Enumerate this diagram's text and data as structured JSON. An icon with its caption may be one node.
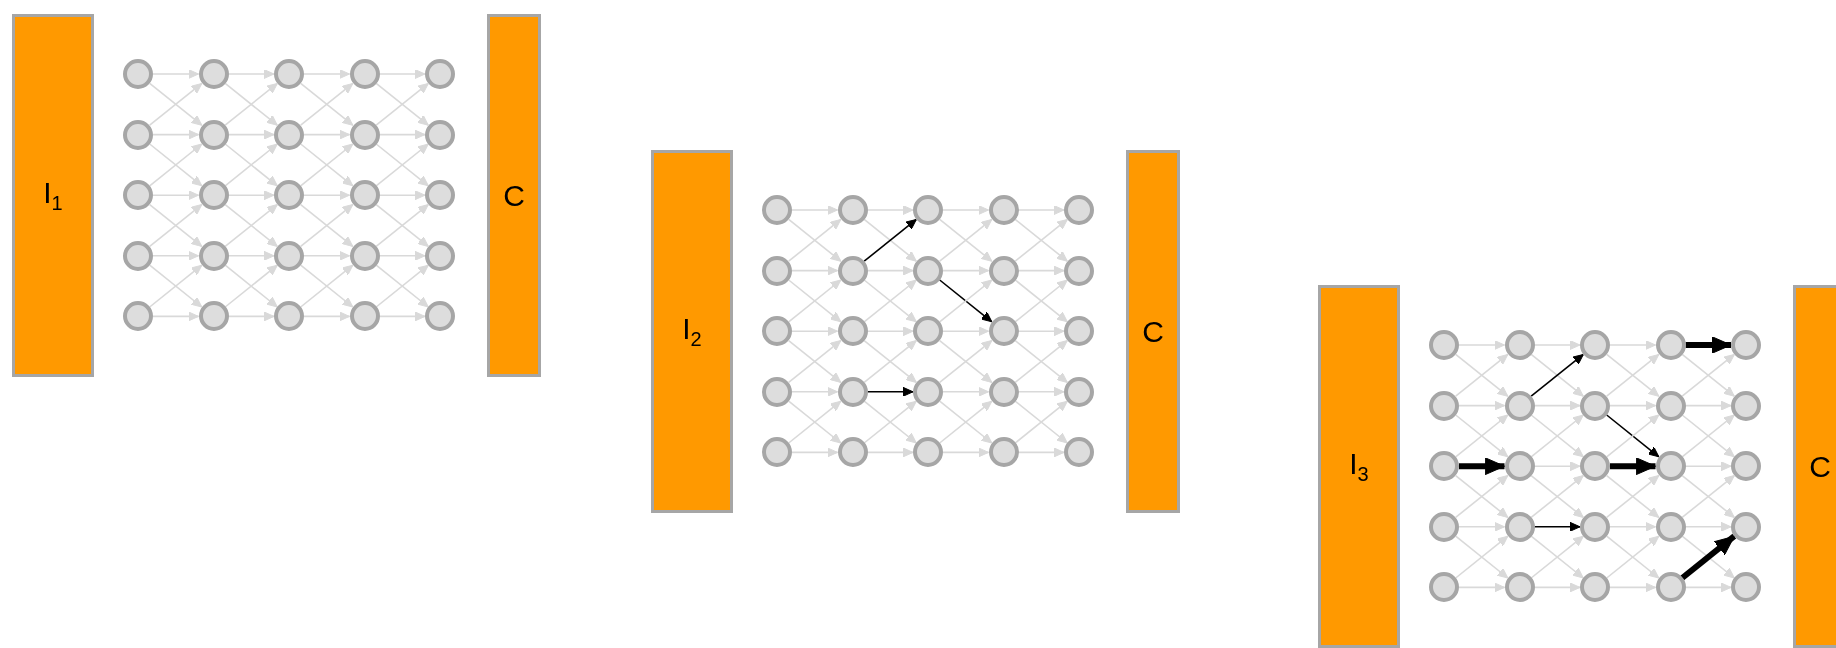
{
  "diagram": {
    "nodes": [
      {
        "text": [
          "I$_{1}$"
        ]
      },
      {
        "text": [],
        "shape": "circle"
      },
      {
        "text": [],
        "shape": "circle"
      },
      {
        "text": [],
        "shape": "circle"
      },
      {
        "text": [],
        "shape": "circle"
      },
      {
        "text": [],
        "shape": "circle"
      },
      {
        "text": [],
        "shape": "circle"
      },
      {
        "text": [],
        "shape": "circle"
      },
      {
        "text": [],
        "shape": "circle"
      },
      {
        "text": [],
        "shape": "circle"
      },
      {
        "text": [],
        "shape": "circle"
      },
      {
        "text": [],
        "shape": "circle"
      },
      {
        "text": [],
        "shape": "circle"
      },
      {
        "text": [],
        "shape": "circle"
      },
      {
        "text": [],
        "shape": "circle"
      },
      {
        "text": [],
        "shape": "circle"
      },
      {
        "text": [],
        "shape": "circle"
      },
      {
        "text": [],
        "shape": "circle"
      },
      {
        "text": [],
        "shape": "circle"
      },
      {
        "text": [],
        "shape": "circle"
      },
      {
        "text": [],
        "shape": "circle"
      },
      {
        "text": [],
        "shape": "circle"
      },
      {
        "text": [],
        "shape": "circle"
      },
      {
        "text": [],
        "shape": "circle"
      },
      {
        "text": [],
        "shape": "circle"
      },
      {
        "text": [],
        "shape": "circle"
      },
      {
        "text": [
          "C"
        ]
      },
      {
        "text": [
          "I$_{2}$"
        ]
      },
      {
        "text": [],
        "shape": "circle"
      },
      {
        "text": [],
        "shape": "circle"
      },
      {
        "text": [],
        "shape": "circle"
      },
      {
        "text": [],
        "shape": "circle"
      },
      {
        "text": [],
        "shape": "circle"
      },
      {
        "text": [],
        "shape": "circle"
      },
      {
        "text": [],
        "shape": "circle"
      },
      {
        "text": [],
        "shape": "circle"
      },
      {
        "text": [],
        "shape": "circle"
      },
      {
        "text": [],
        "shape": "circle"
      },
      {
        "text": [],
        "shape": "circle"
      },
      {
        "text": [],
        "shape": "circle"
      },
      {
        "text": [],
        "shape": "circle"
      },
      {
        "text": [],
        "shape": "circle"
      },
      {
        "text": [],
        "shape": "circle"
      },
      {
        "text": [],
        "shape": "circle"
      },
      {
        "text": [],
        "shape": "circle"
      },
      {
        "text": [],
        "shape": "circle"
      },
      {
        "text": [],
        "shape": "circle"
      },
      {
        "text": [],
        "shape": "circle"
      },
      {
        "text": [],
        "shape": "circle"
      },
      {
        "text": [],
        "shape": "circle"
      },
      {
        "text": [],
        "shape": "circle"
      },
      {
        "text": [],
        "shape": "circle"
      },
      {
        "text": [],
        "shape": "circle"
      },
      {
        "text": [
          "C"
        ]
      },
      {
        "text": [
          "I$_{3}$"
        ]
      },
      {
        "text": [],
        "shape": "circle"
      },
      {
        "text": [],
        "shape": "circle"
      },
      {
        "text": [],
        "shape": "circle"
      },
      {
        "text": [],
        "shape": "circle"
      },
      {
        "text": [],
        "shape": "circle"
      },
      {
        "text": [],
        "shape": "circle"
      },
      {
        "text": [],
        "shape": "circle"
      },
      {
        "text": [],
        "shape": "circle"
      },
      {
        "text": [],
        "shape": "circle"
      },
      {
        "text": [],
        "shape": "circle"
      },
      {
        "text": [],
        "shape": "circle"
      },
      {
        "text": [],
        "shape": "circle"
      },
      {
        "text": [],
        "shape": "circle"
      },
      {
        "text": [],
        "shape": "circle"
      },
      {
        "text": [],
        "shape": "circle"
      },
      {
        "text": [],
        "shape": "circle"
      },
      {
        "text": [],
        "shape": "circle"
      },
      {
        "text": [],
        "shape": "circle"
      },
      {
        "text": [],
        "shape": "circle"
      },
      {
        "text": [],
        "shape": "circle"
      },
      {
        "text": [],
        "shape": "circle"
      },
      {
        "text": [],
        "shape": "circle"
      },
      {
        "text": [],
        "shape": "circle"
      },
      {
        "text": [],
        "shape": "circle"
      },
      {
        "text": [],
        "shape": "circle"
      },
      {
        "text": [
          "C"
        ]
      }
    ],
    "edges": [
      {
        "from": 1,
        "to": 6,
        "arrow": "to"
      },
      {
        "from": 1,
        "to": 7,
        "arrow": "to"
      },
      {
        "from": 2,
        "to": 7,
        "arrow": "to"
      },
      {
        "from": 2,
        "to": 6,
        "arrow": "to"
      },
      {
        "from": 2,
        "to": 8,
        "arrow": "to"
      },
      {
        "from": 3,
        "to": 8,
        "arrow": "to"
      },
      {
        "from": 3,
        "to": 7,
        "arrow": "to"
      },
      {
        "from": 3,
        "to": 9,
        "arrow": "to"
      },
      {
        "from": 4,
        "to": 9,
        "arrow": "to"
      },
      {
        "from": 4,
        "to": 8,
        "arrow": "to"
      },
      {
        "from": 4,
        "to": 10,
        "arrow": "to"
      },
      {
        "from": 5,
        "to": 10,
        "arrow": "to"
      },
      {
        "from": 5,
        "to": 9,
        "arrow": "to"
      },
      {
        "from": 6,
        "to": 11,
        "arrow": "to"
      },
      {
        "from": 6,
        "to": 12,
        "arrow": "to"
      },
      {
        "from": 7,
        "to": 12,
        "arrow": "to"
      },
      {
        "from": 7,
        "to": 11,
        "arrow": "to"
      },
      {
        "from": 7,
        "to": 13,
        "arrow": "to"
      },
      {
        "from": 8,
        "to": 13,
        "arrow": "to"
      },
      {
        "from": 8,
        "to": 12,
        "arrow": "to"
      },
      {
        "from": 8,
        "to": 14,
        "arrow": "to"
      },
      {
        "from": 9,
        "to": 14,
        "arrow": "to"
      },
      {
        "from": 9,
        "to": 13,
        "arrow": "to"
      },
      {
        "from": 9,
        "to": 15,
        "arrow": "to"
      },
      {
        "from": 10,
        "to": 15,
        "arrow": "to"
      },
      {
        "from": 10,
        "to": 14,
        "arrow": "to"
      },
      {
        "from": 11,
        "to": 16,
        "arrow": "to"
      },
      {
        "from": 11,
        "to": 17,
        "arrow": "to"
      },
      {
        "from": 12,
        "to": 17,
        "arrow": "to"
      },
      {
        "from": 12,
        "to": 16,
        "arrow": "to"
      },
      {
        "from": 12,
        "to": 18,
        "arrow": "to"
      },
      {
        "from": 13,
        "to": 18,
        "arrow": "to"
      },
      {
        "from": 13,
        "to": 17,
        "arrow": "to"
      },
      {
        "from": 13,
        "to": 19,
        "arrow": "to"
      },
      {
        "from": 14,
        "to": 19,
        "arrow": "to"
      },
      {
        "from": 14,
        "to": 18,
        "arrow": "to"
      },
      {
        "from": 14,
        "to": 20,
        "arrow": "to"
      },
      {
        "from": 15,
        "to": 20,
        "arrow": "to"
      },
      {
        "from": 15,
        "to": 19,
        "arrow": "to"
      },
      {
        "from": 16,
        "to": 21,
        "arrow": "to"
      },
      {
        "from": 16,
        "to": 22,
        "arrow": "to"
      },
      {
        "from": 17,
        "to": 22,
        "arrow": "to"
      },
      {
        "from": 17,
        "to": 21,
        "arrow": "to"
      },
      {
        "from": 17,
        "to": 23,
        "arrow": "to"
      },
      {
        "from": 18,
        "to": 23,
        "arrow": "to"
      },
      {
        "from": 18,
        "to": 22,
        "arrow": "to"
      },
      {
        "from": 18,
        "to": 24,
        "arrow": "to"
      },
      {
        "from": 19,
        "to": 24,
        "arrow": "to"
      },
      {
        "from": 19,
        "to": 23,
        "arrow": "to"
      },
      {
        "from": 19,
        "to": 25,
        "arrow": "to"
      },
      {
        "from": 20,
        "to": 25,
        "arrow": "to"
      },
      {
        "from": 20,
        "to": 24,
        "arrow": "to"
      },
      {
        "from": 28,
        "to": 33,
        "arrow": "to"
      },
      {
        "from": 28,
        "to": 34,
        "arrow": "to"
      },
      {
        "from": 29,
        "to": 34,
        "arrow": "to"
      },
      {
        "from": 29,
        "to": 33,
        "arrow": "to"
      },
      {
        "from": 29,
        "to": 35,
        "arrow": "to"
      },
      {
        "from": 30,
        "to": 35,
        "arrow": "to"
      },
      {
        "from": 30,
        "to": 34,
        "arrow": "to"
      },
      {
        "from": 30,
        "to": 36,
        "arrow": "to"
      },
      {
        "from": 31,
        "to": 36,
        "arrow": "to"
      },
      {
        "from": 31,
        "to": 35,
        "arrow": "to"
      },
      {
        "from": 31,
        "to": 37,
        "arrow": "to"
      },
      {
        "from": 32,
        "to": 37,
        "arrow": "to"
      },
      {
        "from": 32,
        "to": 36,
        "arrow": "to"
      },
      {
        "from": 33,
        "to": 38,
        "arrow": "to"
      },
      {
        "from": 33,
        "to": 39,
        "arrow": "to"
      },
      {
        "from": 34,
        "to": 39,
        "arrow": "to"
      },
      {
        "from": 34,
        "to": 38,
        "arrow": "to",
        "color": "#000000"
      },
      {
        "from": 34,
        "to": 40,
        "arrow": "to"
      },
      {
        "from": 35,
        "to": 40,
        "arrow": "to"
      },
      {
        "from": 35,
        "to": 39,
        "arrow": "to"
      },
      {
        "from": 35,
        "to": 41,
        "arrow": "to"
      },
      {
        "from": 36,
        "to": 41,
        "arrow": "to",
        "color": "#000000"
      },
      {
        "from": 36,
        "to": 40,
        "arrow": "to"
      },
      {
        "from": 36,
        "to": 42,
        "arrow": "to"
      },
      {
        "from": 37,
        "to": 42,
        "arrow": "to"
      },
      {
        "from": 37,
        "to": 41,
        "arrow": "to"
      },
      {
        "from": 38,
        "to": 43,
        "arrow": "to"
      },
      {
        "from": 38,
        "to": 44,
        "arrow": "to"
      },
      {
        "from": 39,
        "to": 44,
        "arrow": "to"
      },
      {
        "from": 39,
        "to": 43,
        "arrow": "to"
      },
      {
        "from": 39,
        "to": 45,
        "arrow": "to",
        "color": "#000000"
      },
      {
        "from": 40,
        "to": 45,
        "arrow": "to"
      },
      {
        "from": 40,
        "to": 44,
        "arrow": "to"
      },
      {
        "from": 40,
        "to": 46,
        "arrow": "to"
      },
      {
        "from": 41,
        "to": 46,
        "arrow": "to"
      },
      {
        "from": 41,
        "to": 45,
        "arrow": "to"
      },
      {
        "from": 41,
        "to": 47,
        "arrow": "to"
      },
      {
        "from": 42,
        "to": 47,
        "arrow": "to"
      },
      {
        "from": 42,
        "to": 46,
        "arrow": "to"
      },
      {
        "from": 43,
        "to": 48,
        "arrow": "to"
      },
      {
        "from": 43,
        "to": 49,
        "arrow": "to"
      },
      {
        "from": 44,
        "to": 49,
        "arrow": "to"
      },
      {
        "from": 44,
        "to": 48,
        "arrow": "to"
      },
      {
        "from": 44,
        "to": 50,
        "arrow": "to"
      },
      {
        "from": 45,
        "to": 50,
        "arrow": "to"
      },
      {
        "from": 45,
        "to": 49,
        "arrow": "to"
      },
      {
        "from": 45,
        "to": 51,
        "arrow": "to"
      },
      {
        "from": 46,
        "to": 51,
        "arrow": "to"
      },
      {
        "from": 46,
        "to": 50,
        "arrow": "to"
      },
      {
        "from": 46,
        "to": 52,
        "arrow": "to"
      },
      {
        "from": 47,
        "to": 52,
        "arrow": "to"
      },
      {
        "from": 47,
        "to": 51,
        "arrow": "to"
      },
      {
        "from": 55,
        "to": 60,
        "arrow": "to"
      },
      {
        "from": 55,
        "to": 61,
        "arrow": "to"
      },
      {
        "from": 56,
        "to": 61,
        "arrow": "to"
      },
      {
        "from": 56,
        "to": 60,
        "arrow": "to"
      },
      {
        "from": 56,
        "to": 62,
        "arrow": "to"
      },
      {
        "from": 57,
        "to": 62,
        "arrow": "to",
        "style": "thick",
        "color": "#000000"
      },
      {
        "from": 57,
        "to": 61,
        "arrow": "to"
      },
      {
        "from": 57,
        "to": 63,
        "arrow": "to"
      },
      {
        "from": 58,
        "to": 63,
        "arrow": "to"
      },
      {
        "from": 58,
        "to": 62,
        "arrow": "to"
      },
      {
        "from": 58,
        "to": 64,
        "arrow": "to"
      },
      {
        "from": 59,
        "to": 64,
        "arrow": "to"
      },
      {
        "from": 59,
        "to": 63,
        "arrow": "to"
      },
      {
        "from": 60,
        "to": 65,
        "arrow": "to"
      },
      {
        "from": 60,
        "to": 66,
        "arrow": "to"
      },
      {
        "from": 61,
        "to": 66,
        "arrow": "to"
      },
      {
        "from": 61,
        "to": 65,
        "arrow": "to",
        "color": "#000000"
      },
      {
        "from": 61,
        "to": 67,
        "arrow": "to"
      },
      {
        "from": 62,
        "to": 67,
        "arrow": "to"
      },
      {
        "from": 62,
        "to": 66,
        "arrow": "to"
      },
      {
        "from": 62,
        "to": 68,
        "arrow": "to"
      },
      {
        "from": 63,
        "to": 68,
        "arrow": "to",
        "color": "#000000"
      },
      {
        "from": 63,
        "to": 67,
        "arrow": "to"
      },
      {
        "from": 63,
        "to": 69,
        "arrow": "to"
      },
      {
        "from": 64,
        "to": 69,
        "arrow": "to"
      },
      {
        "from": 64,
        "to": 68,
        "arrow": "to"
      },
      {
        "from": 65,
        "to": 70,
        "arrow": "to"
      },
      {
        "from": 65,
        "to": 71,
        "arrow": "to"
      },
      {
        "from": 66,
        "to": 71,
        "arrow": "to"
      },
      {
        "from": 66,
        "to": 70,
        "arrow": "to"
      },
      {
        "from": 66,
        "to": 72,
        "arrow": "to",
        "color": "#000000"
      },
      {
        "from": 67,
        "to": 72,
        "arrow": "to",
        "style": "thick",
        "color": "#000000"
      },
      {
        "from": 67,
        "to": 71,
        "arrow": "to"
      },
      {
        "from": 67,
        "to": 73,
        "arrow": "to"
      },
      {
        "from": 68,
        "to": 73,
        "arrow": "to"
      },
      {
        "from": 68,
        "to": 72,
        "arrow": "to"
      },
      {
        "from": 68,
        "to": 74,
        "arrow": "to"
      },
      {
        "from": 69,
        "to": 74,
        "arrow": "to"
      },
      {
        "from": 69,
        "to": 73,
        "arrow": "to"
      },
      {
        "from": 70,
        "to": 75,
        "arrow": "to",
        "style": "thick",
        "color": "#000000"
      },
      {
        "from": 70,
        "to": 76,
        "arrow": "to"
      },
      {
        "from": 71,
        "to": 76,
        "arrow": "to"
      },
      {
        "from": 71,
        "to": 75,
        "arrow": "to"
      },
      {
        "from": 71,
        "to": 77,
        "arrow": "to"
      },
      {
        "from": 72,
        "to": 77,
        "arrow": "to"
      },
      {
        "from": 72,
        "to": 76,
        "arrow": "to"
      },
      {
        "from": 72,
        "to": 78,
        "arrow": "to"
      },
      {
        "from": 73,
        "to": 78,
        "arrow": "to"
      },
      {
        "from": 73,
        "to": 77,
        "arrow": "to"
      },
      {
        "from": 73,
        "to": 79,
        "arrow": "to"
      },
      {
        "from": 74,
        "to": 79,
        "arrow": "to"
      },
      {
        "from": 74,
        "to": 78,
        "arrow": "to",
        "style": "thick",
        "color": "#000000"
      }
    ]
  }
}
